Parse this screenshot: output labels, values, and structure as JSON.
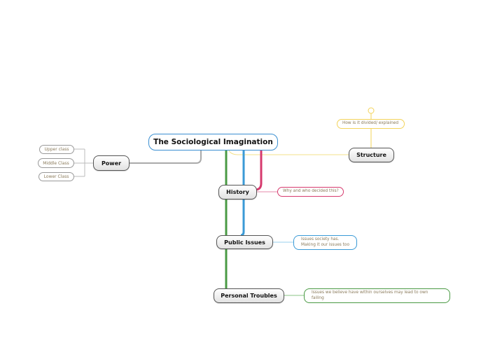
{
  "central": {
    "title": "The Sociological Imagination"
  },
  "branches": {
    "power": {
      "label": "Power",
      "children": [
        "Upper class",
        "Middle Class",
        "Lower Class"
      ]
    },
    "structure": {
      "label": "Structure",
      "note": "How is it divided/ explained"
    },
    "history": {
      "label": "History",
      "note": "Why and who decided this?"
    },
    "public_issues": {
      "label": "Public Issues",
      "note_line1": "Issues society has.",
      "note_line2": "Making it our issues too"
    },
    "personal_troubles": {
      "label": "Personal Troubles",
      "note": "Issues we believe have within ourselves may lead to own failing"
    }
  },
  "colors": {
    "central_border": "#3a8fd1",
    "power_line": "#aaaaaa",
    "structure": "#f3d35a",
    "history": "#d63a6e",
    "public_issues": "#3a9ad6",
    "personal_troubles": "#4a9a44"
  }
}
